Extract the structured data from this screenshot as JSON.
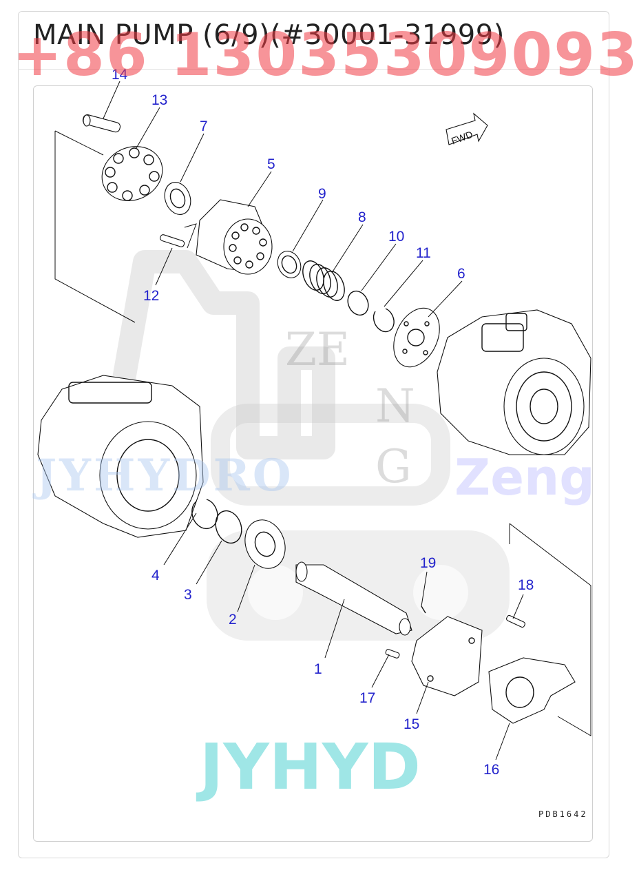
{
  "title": "MAIN PUMP (6/9)(#30001-31999)",
  "watermarks": {
    "phone": "+86 13035309093",
    "center_logo": [
      "ZE",
      "N",
      "G"
    ],
    "jyhydro": "JYHYDRO",
    "zeng": "Zeng",
    "jyhyd": "JYHYD"
  },
  "direction_label": "FWD",
  "drawing_code": "PDB1642",
  "callouts": [
    "1",
    "2",
    "3",
    "4",
    "5",
    "6",
    "7",
    "8",
    "9",
    "10",
    "11",
    "12",
    "13",
    "14",
    "15",
    "16",
    "17",
    "18",
    "19"
  ]
}
